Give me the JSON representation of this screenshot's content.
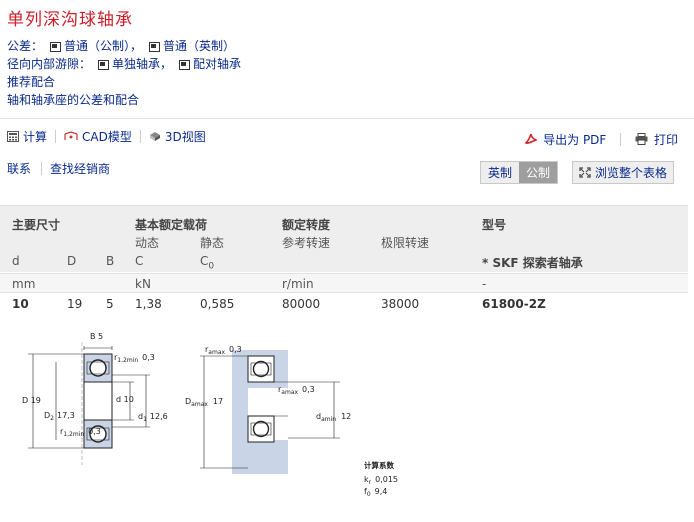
{
  "page_title": "单列深沟球轴承",
  "links": {
    "tolerance_label": "公差：",
    "tolerance_metric": "普通（公制）",
    "tolerance_sep": "，",
    "tolerance_inch": "普通（英制）",
    "clearance_label": "径向内部游隙：",
    "clearance_single": "单独轴承",
    "clearance_sep": "，",
    "clearance_paired": "配对轴承",
    "recommended_fits": "推荐配合",
    "shaft_housing_fits": "轴和轴承座的公差和配合"
  },
  "toolbar": {
    "calculate": "计算",
    "cad_model": "CAD模型",
    "view_3d": "3D视图",
    "export_pdf": "导出为 PDF",
    "print": "打印",
    "contact": "联系",
    "find_distributor": "查找经销商",
    "unit_imperial": "英制",
    "unit_metric": "公制",
    "browse_table": "浏览整个表格"
  },
  "table": {
    "group_dims": "主要尺寸",
    "group_load": "基本额定载荷",
    "group_speed": "额定转度",
    "group_designation": "型号",
    "sub_dynamic": "动态",
    "sub_static": "静态",
    "sub_ref_speed": "参考转速",
    "sub_limit_speed": "极限转速",
    "sym_d": "d",
    "sym_D": "D",
    "sym_B": "B",
    "sym_C": "C",
    "sym_C0": "C",
    "sym_C0_sub": "0",
    "skf_explorer": "* SKF 探索者轴承",
    "unit_mm": "mm",
    "unit_kN": "kN",
    "unit_rmin": "r/min",
    "unit_dash": "-",
    "row": {
      "d": "10",
      "D": "19",
      "B": "5",
      "C": "1,38",
      "C0": "0,585",
      "ref_speed": "80000",
      "limit_speed": "38000",
      "designation": "61800-2Z"
    }
  },
  "drawing": {
    "B_label": "B",
    "B_value": "5",
    "r12min": "r",
    "r12min_sub": "1,2min",
    "r12min_value": "0,3",
    "D_label": "D",
    "D_value": "19",
    "D2_label": "D",
    "D2_sub": "2",
    "D2_value": "17,3",
    "d_label": "d",
    "d_value": "10",
    "d1_label": "d",
    "d1_sub": "1",
    "d1_value": "12,6",
    "r_bottom": "r",
    "r_bottom_sub": "1,2min",
    "r_bottom_value": "0,3",
    "ra_max": "r",
    "ra_max_sub": "amax",
    "ra_max_value": "0,3",
    "Da_max": "D",
    "Da_max_sub": "amax",
    "Da_max_value": "17",
    "ra_max2": "r",
    "ra_max2_sub": "amax",
    "ra_max2_value": "0,3",
    "da_min": "d",
    "da_min_sub": "amin",
    "da_min_value": "12",
    "calc_title": "计算系数",
    "kr_label": "k",
    "kr_sub": "r",
    "kr_value": "0,015",
    "f0_label": "f",
    "f0_sub": "0",
    "f0_value": "9,4"
  },
  "colors": {
    "title_red": "#cc1f2a",
    "link_blue": "#0a2a8a",
    "housing_blue": "#c9d5e6",
    "pdf_red": "#d2222a"
  }
}
